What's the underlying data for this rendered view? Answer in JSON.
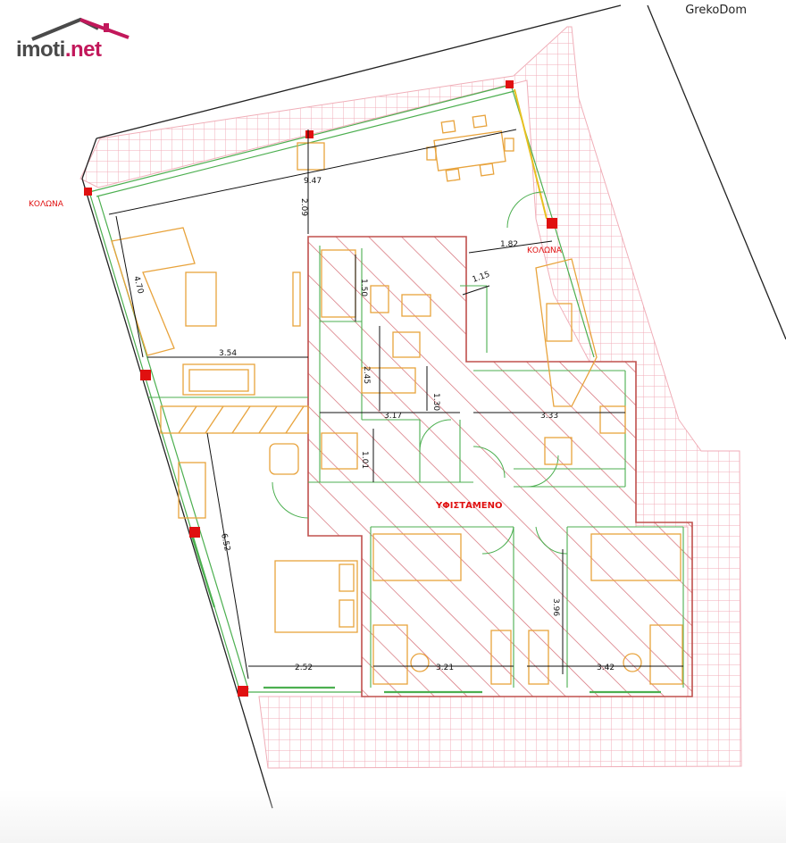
{
  "logo": {
    "name": "imoti",
    "tld": ".net"
  },
  "brand": "GrekoDom",
  "labels": {
    "column_left": "ΚΟΛΩΝΑ",
    "column_right": "ΚΟΛΩΝΑ",
    "existing": "ΥΦΙΣΤΑΜΕΝΟ"
  },
  "dimensions": {
    "d947": "9.47",
    "d209": "2.09",
    "d182": "1.82",
    "d115": "1.15",
    "d470": "4.70",
    "d150": "1.50",
    "d354": "3.54",
    "d245": "2.45",
    "d130": "1.30",
    "d317": "3.17",
    "d333": "3.33",
    "d101": "1.01",
    "d652": "6.52",
    "d396": "3.96",
    "d252": "2.52",
    "d321": "3.21",
    "d342": "3.42"
  },
  "colors": {
    "wall": "#c0504d",
    "furniture": "#e8a33c",
    "window": "#4caf50",
    "paving": "#f2b8c0",
    "dim": "#111111",
    "column": "#e01010",
    "hatch": "#d46a72"
  }
}
